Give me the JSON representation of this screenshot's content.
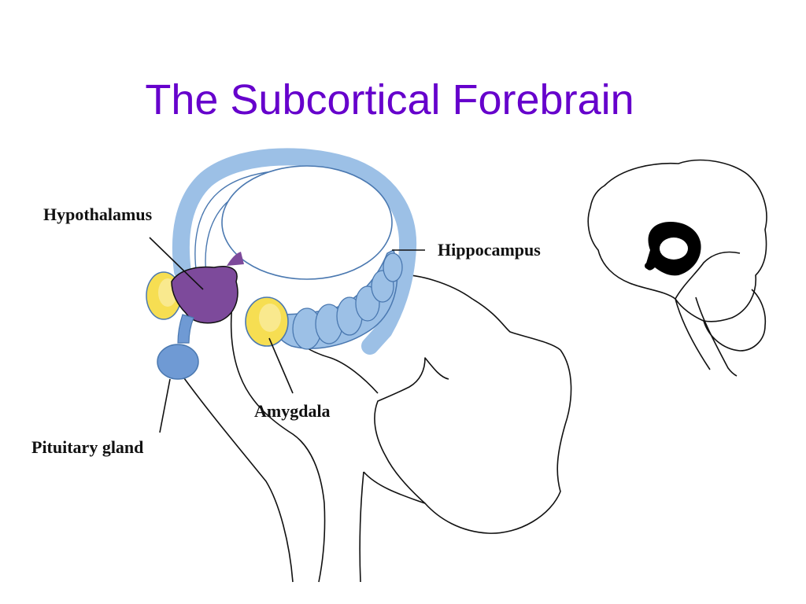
{
  "slide": {
    "title": "The Subcortical Forebrain",
    "title_color": "#6600cc"
  },
  "diagram": {
    "labels": {
      "hypothalamus": "Hypothalamus",
      "hippocampus": "Hippocampus",
      "amygdala": "Amygdala",
      "pituitary": "Pituitary gland"
    },
    "colors": {
      "hippocampus_fill": "#9cc0e6",
      "hippocampus_stroke": "#4a78b0",
      "amygdala_fill": "#f6de52",
      "hypothalamus_fill": "#7d4a9b",
      "pituitary_fill": "#6f9ad4",
      "outline": "#111111",
      "highlight": "#000000"
    }
  }
}
